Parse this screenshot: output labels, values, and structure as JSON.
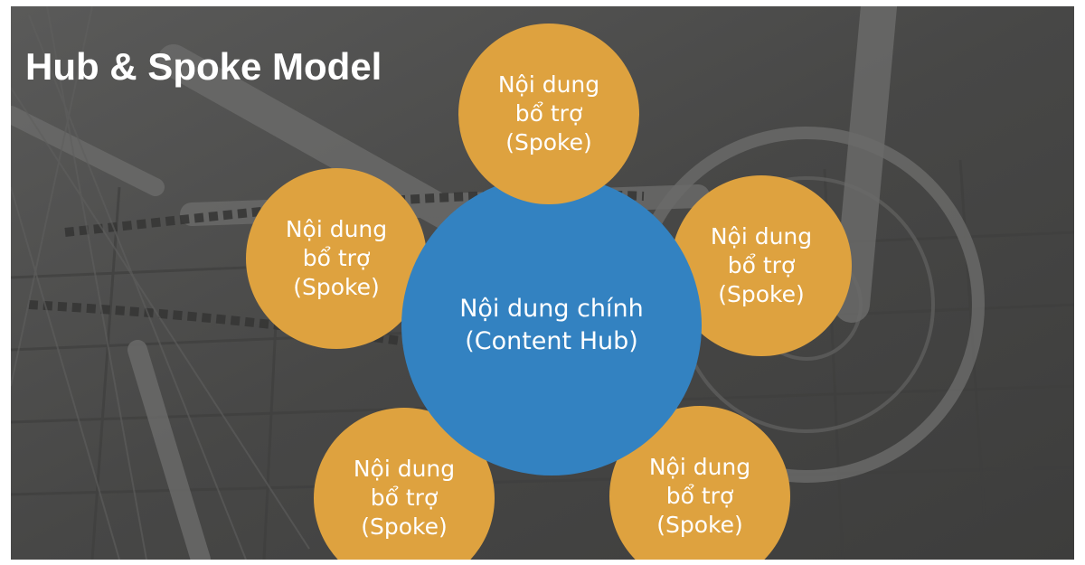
{
  "title": "Hub & Spoke Model",
  "colors": {
    "hub": "#3382c1",
    "spoke": "#dea23f",
    "background_overlay": "#4d4d4c",
    "text": "#ffffff"
  },
  "hub": {
    "lines": [
      "Nội dung chính",
      "(Content Hub)"
    ]
  },
  "spokes": [
    {
      "position": "top",
      "lines": [
        "Nội dung",
        "bổ trợ",
        "(Spoke)"
      ]
    },
    {
      "position": "left",
      "lines": [
        "Nội dung",
        "bổ trợ",
        "(Spoke)"
      ]
    },
    {
      "position": "right",
      "lines": [
        "Nội dung",
        "bổ trợ",
        "(Spoke)"
      ]
    },
    {
      "position": "bottom-left",
      "lines": [
        "Nội dung",
        "bổ trợ",
        "(Spoke)"
      ]
    },
    {
      "position": "bottom-right",
      "lines": [
        "Nội dung",
        "bổ trợ",
        "(Spoke)"
      ]
    }
  ]
}
